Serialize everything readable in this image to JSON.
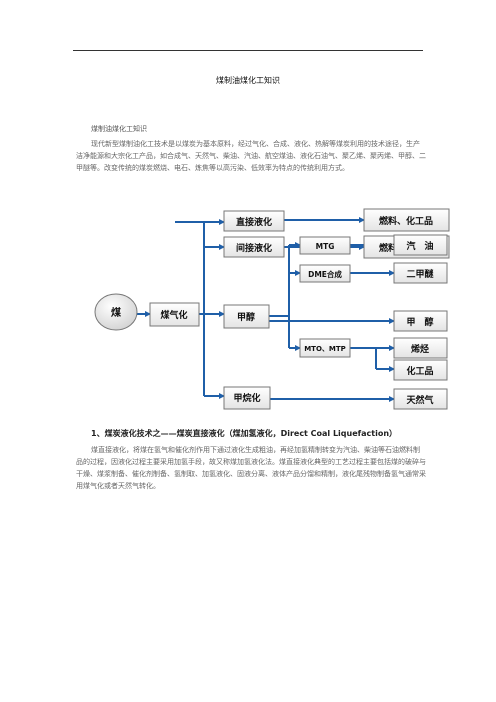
{
  "document": {
    "title": "煤制油煤化工知识",
    "subhead": "煤制油煤化工知识",
    "intro": "现代新型煤制油化工技术是以煤炭为基本原料，经过气化、合成、液化、热解等煤炭利用的技术途径，生产洁净能源和大宗化工产品，如合成气、天然气、柴油、汽油、航空煤油、液化石油气、聚乙烯、聚丙烯、甲醇、二甲醚等。改变传统的煤炭燃烧、电石、炼焦等以高污染、低效率为特点的传统利用方式。",
    "section1_heading": "1、煤炭液化技术之——煤炭直接液化（煤加氢液化，Direct Coal Liquefaction）",
    "section1_body": "煤直接液化，将煤在氢气和催化剂作用下通过液化生成粗油，再经加氢精制转变为汽油、柴油等石油燃料制品的过程，因液化过程主要采用加氢手段，故又称煤加氢液化法。煤直接液化典型的工艺过程主要包括煤的破碎与干燥、煤浆制备、催化剂制备、氢制取、加氢液化、固液分离、液体产品分馏和精制，液化尾残物制备氢气通常采用煤气化或者天然气转化。"
  },
  "flowchart": {
    "coal": "煤",
    "gasification": "煤气化",
    "direct_liquefaction": "直接液化",
    "indirect_liquefaction": "间接液化",
    "methanol": "甲醇",
    "methanation": "甲烷化",
    "mtg": "MTG",
    "dme_synthesis": "DME合成",
    "mto_mtp": "MTO、MTP",
    "fuel_chem_1": "燃料、化工品",
    "fuel_chem_2": "燃料、化工品",
    "gasoline": "汽　油",
    "dme": "二甲醚",
    "methanol_product": "甲　醇",
    "olefins": "烯烃",
    "chemicals": "化工品",
    "natural_gas": "天然气"
  }
}
